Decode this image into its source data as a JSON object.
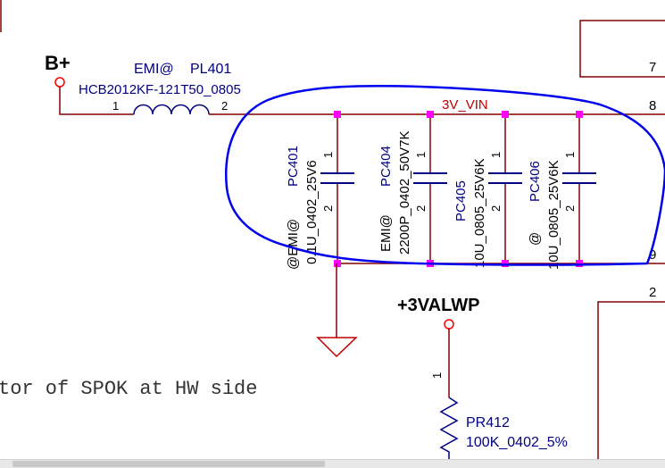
{
  "colors": {
    "wire": "#800000",
    "text": "#000080",
    "net_red": "#c00000",
    "junction": "#ff00ff",
    "annotation": "#0000ff",
    "label": "#000000",
    "comment": "#333333"
  },
  "nets": {
    "b_plus": "B+",
    "vin": "3V_VIN",
    "valwp": "+3VALWP"
  },
  "inductor": {
    "option": "EMI@",
    "ref": "PL401",
    "part": "HCB2012KF-121T50_0805",
    "pin1": "1",
    "pin2": "2"
  },
  "capacitors": [
    {
      "ref": "PC401",
      "value": "0.1U_0402_25V6",
      "option": "@EMI@",
      "pin_top": "1",
      "pin_bot": "2"
    },
    {
      "ref": "PC404",
      "value": "2200P_0402_50V7K",
      "option": "EMI@",
      "pin_top": "1",
      "pin_bot": "2"
    },
    {
      "ref": "PC405",
      "value": "10U_0805_25V6K",
      "option": "",
      "pin_top": "1",
      "pin_bot": "2"
    },
    {
      "ref": "PC406",
      "value": "10U_0805_25V6K",
      "option": "@",
      "pin_top": "1",
      "pin_bot": "2"
    }
  ],
  "resistor": {
    "ref": "PR412",
    "value": "100K_0402_5%",
    "pin1": "1"
  },
  "ic_pins": [
    "7",
    "8",
    "9",
    "2"
  ],
  "comment": "tor of SPOK at HW side"
}
